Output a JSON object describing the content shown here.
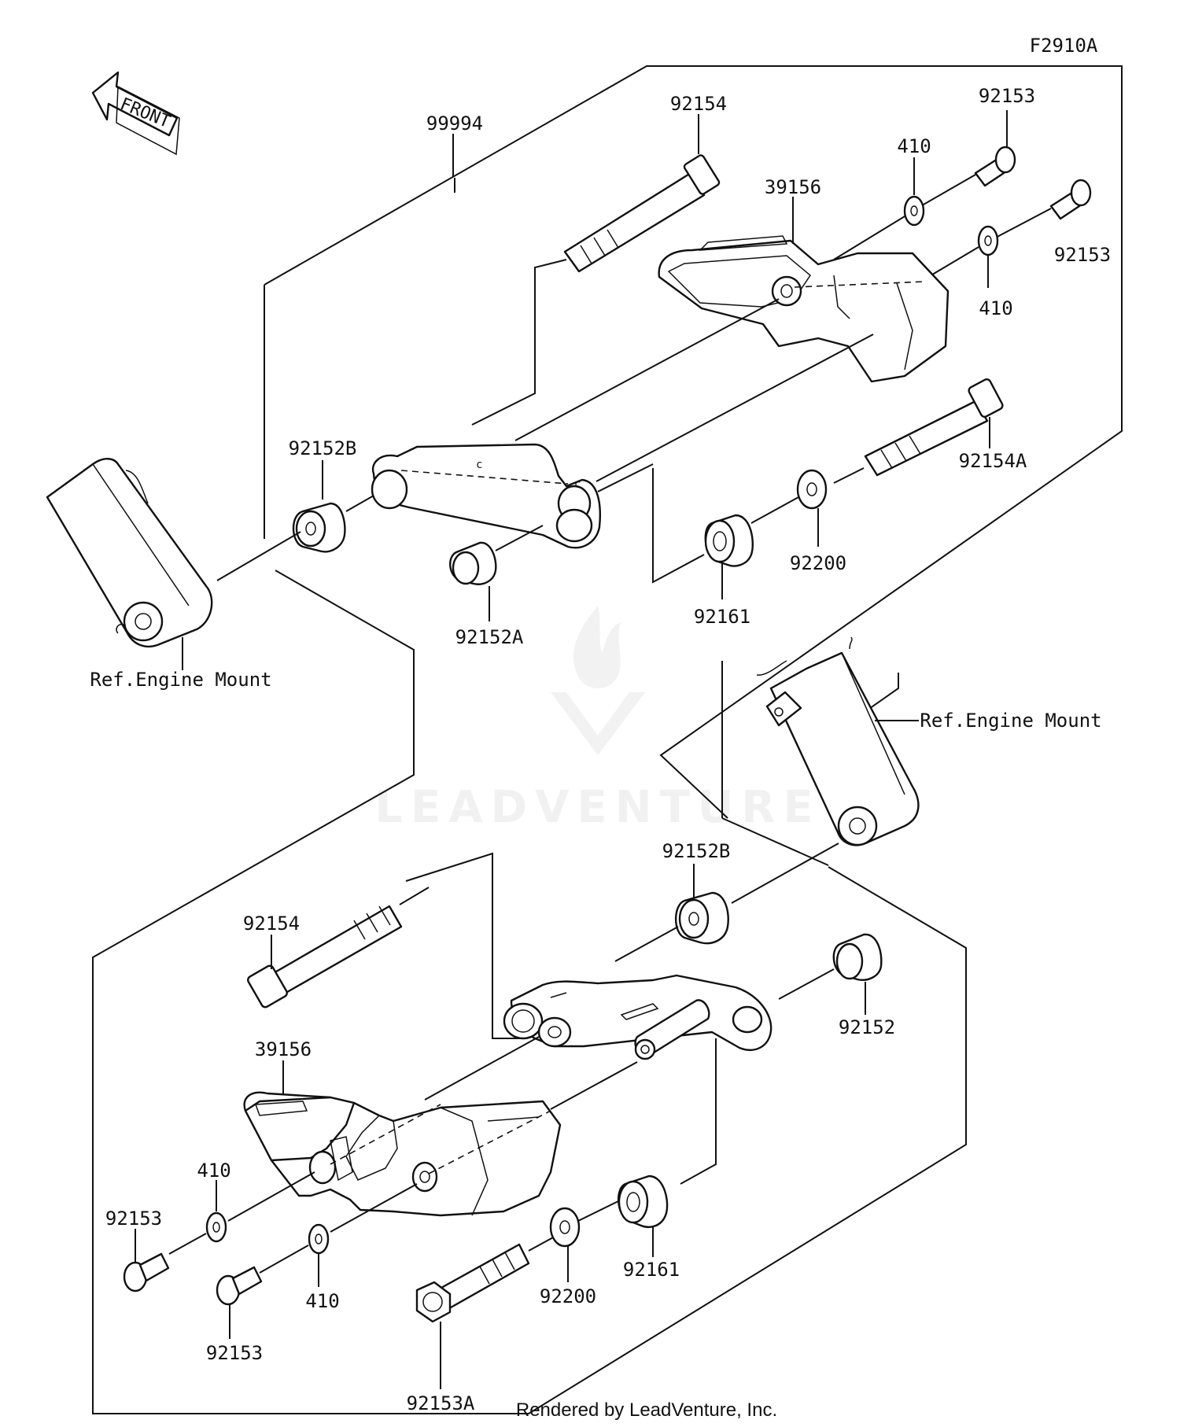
{
  "figure_code": "F2910A",
  "front_arrow_label": "FRONT",
  "watermark": "LEADVENTURE",
  "credit": "Rendered by LeadVenture, Inc.",
  "ref_label": "Ref.Engine Mount",
  "labels": {
    "p99994": "99994",
    "p92154": "92154",
    "p92153": "92153",
    "p410": "410",
    "p39156": "39156",
    "p92152B": "92152B",
    "p92154A": "92154A",
    "p92200": "92200",
    "p92161": "92161",
    "p92152A": "92152A",
    "p92152": "92152",
    "p92153A": "92153A"
  }
}
